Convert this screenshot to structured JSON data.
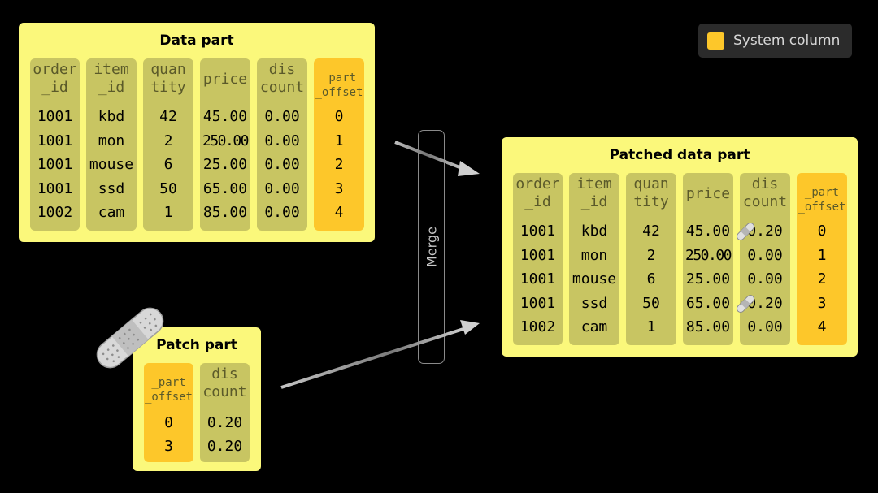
{
  "legend": {
    "label": "System column",
    "swatch_color": "#fdc72a"
  },
  "colors": {
    "panel": "#fbf87b",
    "column": "#c8c562",
    "system_column": "#fdc72a",
    "background": "#000000"
  },
  "merge": {
    "label": "Merge"
  },
  "data_part": {
    "title": "Data part",
    "columns": [
      {
        "header": [
          "order",
          "_id"
        ],
        "values": [
          "1001",
          "1001",
          "1001",
          "1001",
          "1002"
        ]
      },
      {
        "header": [
          "item",
          "_id"
        ],
        "values": [
          "kbd",
          "mon",
          "mouse",
          "ssd",
          "cam"
        ]
      },
      {
        "header": [
          "quan",
          "tity"
        ],
        "values": [
          "42",
          "2",
          "6",
          "50",
          "1"
        ]
      },
      {
        "header": [
          "price"
        ],
        "values": [
          "45.00",
          "250.00",
          "25.00",
          "65.00",
          "85.00"
        ]
      },
      {
        "header": [
          "dis",
          "count"
        ],
        "values": [
          "0.00",
          "0.00",
          "0.00",
          "0.00",
          "0.00"
        ]
      },
      {
        "header": [
          "_part",
          "_offset"
        ],
        "values": [
          "0",
          "1",
          "2",
          "3",
          "4"
        ],
        "system": true
      }
    ]
  },
  "patched_part": {
    "title": "Patched data part",
    "columns": [
      {
        "header": [
          "order",
          "_id"
        ],
        "values": [
          "1001",
          "1001",
          "1001",
          "1001",
          "1002"
        ]
      },
      {
        "header": [
          "item",
          "_id"
        ],
        "values": [
          "kbd",
          "mon",
          "mouse",
          "ssd",
          "cam"
        ]
      },
      {
        "header": [
          "quan",
          "tity"
        ],
        "values": [
          "42",
          "2",
          "6",
          "50",
          "1"
        ]
      },
      {
        "header": [
          "price"
        ],
        "values": [
          "45.00",
          "250.00",
          "25.00",
          "65.00",
          "85.00"
        ]
      },
      {
        "header": [
          "dis",
          "count"
        ],
        "values": [
          "0.20",
          "0.00",
          "0.00",
          "0.20",
          "0.00"
        ],
        "patched_rows": [
          0,
          3
        ]
      },
      {
        "header": [
          "_part",
          "_offset"
        ],
        "values": [
          "0",
          "1",
          "2",
          "3",
          "4"
        ],
        "system": true
      }
    ]
  },
  "patch_part": {
    "title": "Patch part",
    "columns": [
      {
        "header": [
          "_part",
          "_offset"
        ],
        "values": [
          "0",
          "3"
        ],
        "system": true
      },
      {
        "header": [
          "dis",
          "count"
        ],
        "values": [
          "0.20",
          "0.20"
        ]
      }
    ]
  },
  "icons": {
    "patch": "bandage-icon"
  }
}
